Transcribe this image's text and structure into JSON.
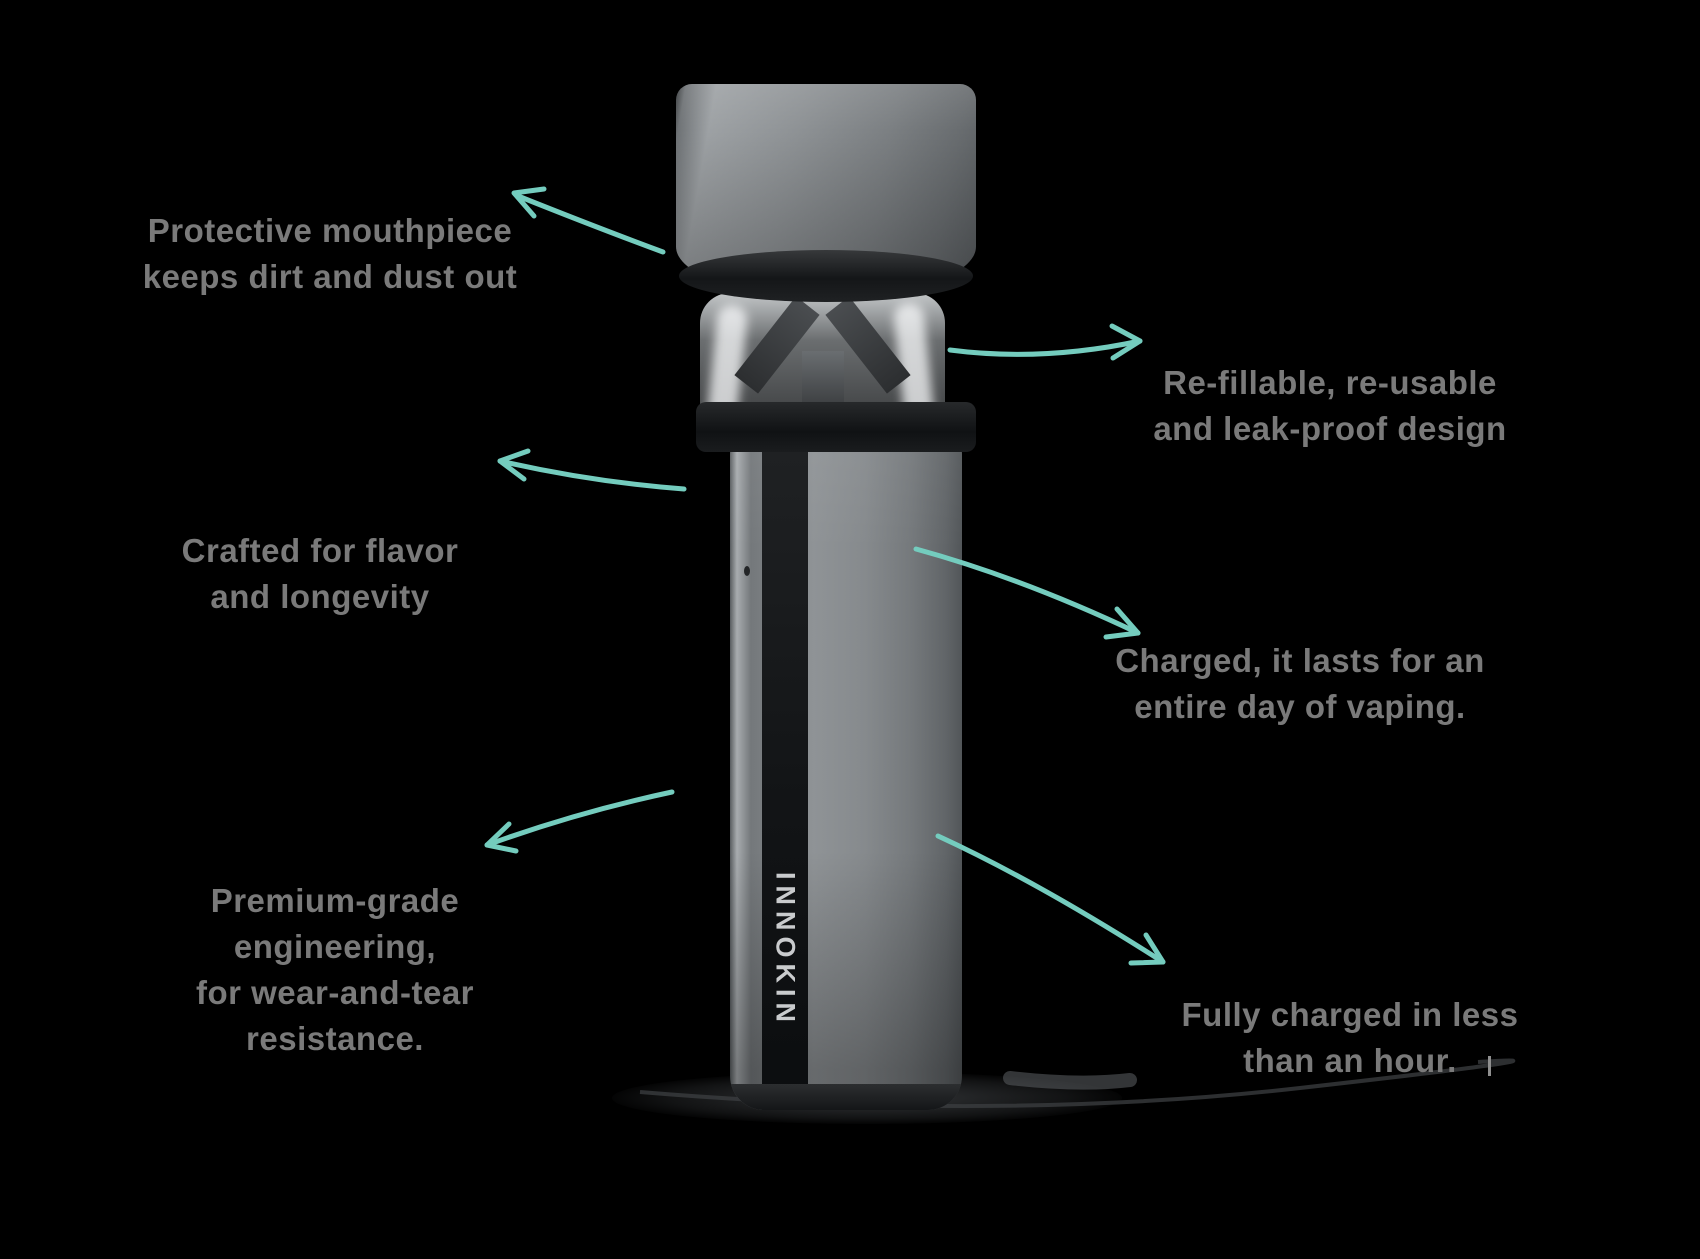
{
  "brand": {
    "logo_vertical_text": "INNOKIN"
  },
  "callouts": [
    {
      "id": "cap",
      "line1": "Protective mouthpiece",
      "line2": "keeps dirt and dust out",
      "side": "left",
      "arrow": "points-up-left-to-cap"
    },
    {
      "id": "pod",
      "line1": "Re-fillable, re-usable",
      "line2": "and leak-proof design",
      "side": "right",
      "arrow": "points-right-from-pod"
    },
    {
      "id": "flavor",
      "line1": "Crafted for flavor",
      "line2": "and longevity",
      "side": "left",
      "arrow": "points-left-from-body"
    },
    {
      "id": "battery",
      "line1": "Charged, it lasts for an",
      "line2": "entire day of vaping.",
      "side": "right",
      "arrow": "points-down-right-from-body"
    },
    {
      "id": "chassis",
      "line1": "Premium-grade engineering,",
      "line2": "for wear-and-tear resistance.",
      "side": "left",
      "arrow": "points-down-left-from-body"
    },
    {
      "id": "charging",
      "line1": "Fully charged in less",
      "line2": "than an hour.",
      "side": "right",
      "arrow": "points-down-right-to-base"
    }
  ],
  "misc": {
    "cursor_tick": ""
  },
  "colors": {
    "background": "#000000",
    "arrow_teal": "#74ccbe",
    "callout_text_gray": "#7a7a7a",
    "device_gray": "#868a8d",
    "device_black_stripe": "#121416",
    "logo_text": "#c9cbcd"
  }
}
